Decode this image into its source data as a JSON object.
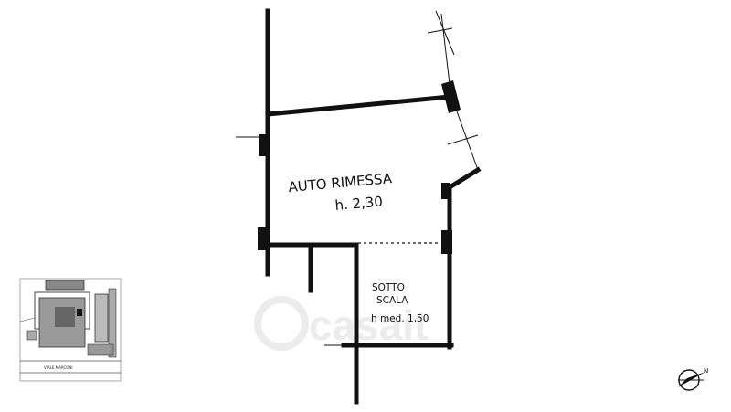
{
  "rooms": {
    "garage_name": "AUTO RIMESSA",
    "garage_height": "h. 2,30",
    "understair_line1": "SOTTO",
    "understair_line2": "SCALA",
    "understair_height": "h med. 1,50"
  },
  "site_plan": {
    "street_label": "VIALE MARCONI"
  },
  "compass": {
    "north_label": "N"
  },
  "watermark": {
    "text": "casait"
  }
}
